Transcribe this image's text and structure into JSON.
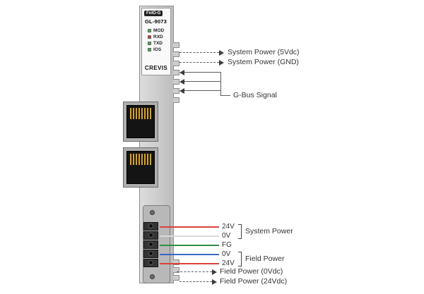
{
  "device": {
    "brand": "CREVIS",
    "series": "FnIO-G",
    "model": "GL-9073",
    "leds": [
      {
        "name": "MOD",
        "color": "#3dae49"
      },
      {
        "name": "RXD",
        "color": "#d9342b"
      },
      {
        "name": "TXD",
        "color": "#3dae49"
      },
      {
        "name": "IOS",
        "color": "#3dae49"
      }
    ]
  },
  "bus_annotations": {
    "system_power_5v": "System Power (5Vdc)",
    "system_power_gnd": "System Power (GND)",
    "gbus_signal": "G-Bus Signal"
  },
  "terminal_wiring": {
    "wires": [
      {
        "label": "24V",
        "color": "#d9433a"
      },
      {
        "label": "0V",
        "color": "#d9d9d9"
      },
      {
        "label": "FG",
        "color": "#2f9147"
      },
      {
        "label": "0V",
        "color": "#3a66c9"
      },
      {
        "label": "24V",
        "color": "#d9433a"
      }
    ],
    "groups": [
      {
        "label": "System Power"
      },
      {
        "label": "Field Power"
      }
    ]
  },
  "field_annotations": {
    "field_power_0v": "Field Power (0Vdc)",
    "field_power_24v": "Field Power (24Vdc)"
  }
}
